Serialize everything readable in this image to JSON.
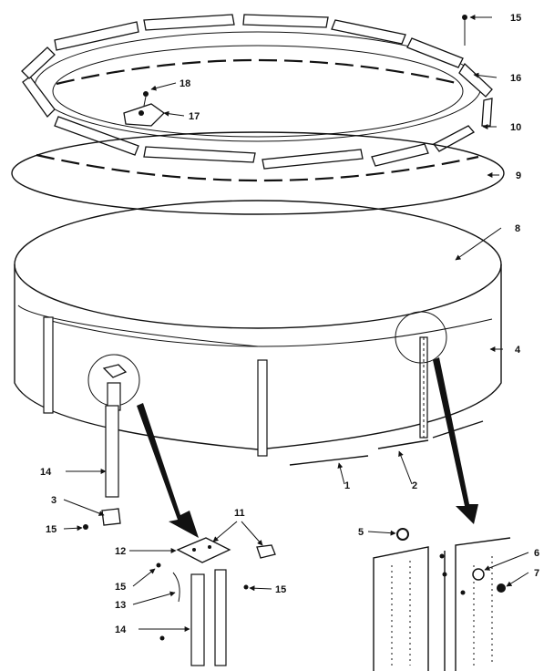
{
  "callouts": {
    "c1": "1",
    "c2": "2",
    "c3": "3",
    "c4": "4",
    "c5": "5",
    "c6": "6",
    "c7": "7",
    "c8": "8",
    "c9": "9",
    "c10": "10",
    "c11": "11",
    "c12": "12",
    "c13": "13",
    "c14a": "14",
    "c14b": "14",
    "c15a": "15",
    "c15b": "15",
    "c15c": "15",
    "c15d": "15",
    "c16": "16",
    "c17": "17",
    "c18": "18"
  }
}
